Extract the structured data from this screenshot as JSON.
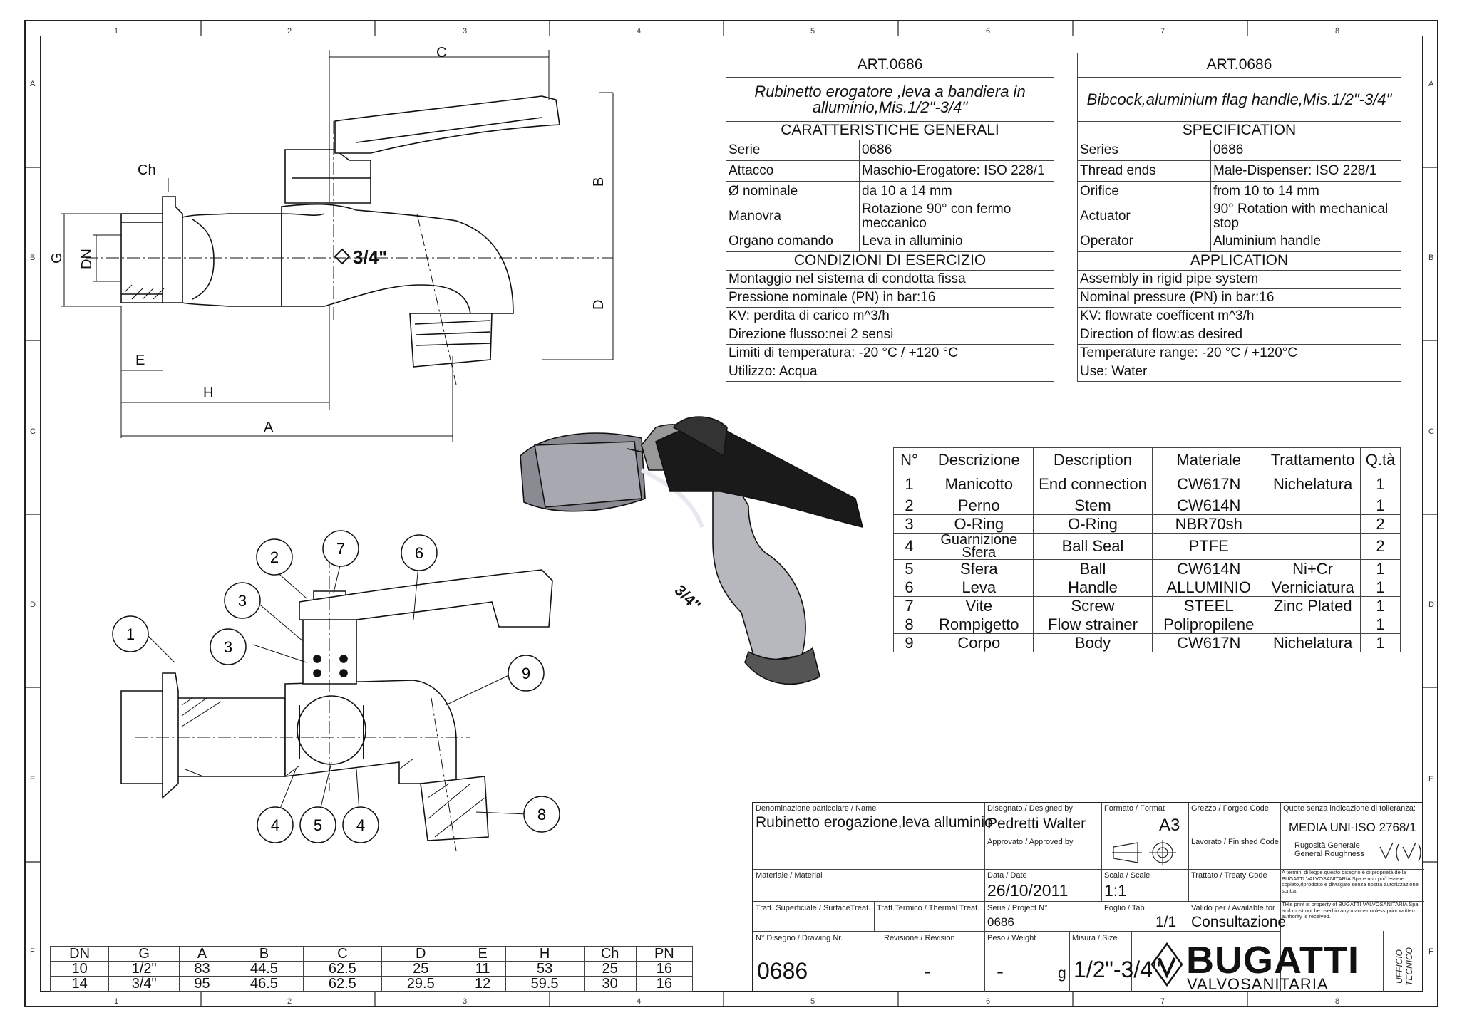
{
  "zones": {
    "columns": [
      "1",
      "2",
      "3",
      "4",
      "5",
      "6",
      "7",
      "8"
    ],
    "rows": [
      "A",
      "B",
      "C",
      "D",
      "E",
      "F"
    ]
  },
  "drawing_labels": {
    "dim_c": "C",
    "dim_b": "B",
    "dim_d": "D",
    "dim_ch": "Ch",
    "dim_g": "G",
    "dim_dn": "DN",
    "dim_e": "E",
    "dim_h": "H",
    "dim_a": "A",
    "size_mark": "3/4\"",
    "model_mark": "3/4\"",
    "callouts": [
      "1",
      "2",
      "3",
      "3",
      "4",
      "5",
      "4",
      "6",
      "7",
      "8",
      "9"
    ]
  },
  "spec_it": {
    "art": "ART.0686",
    "desc": "Rubinetto erogatore ,leva a bandiera in alluminio,Mis.1/2\"-3/4\"",
    "section1": "CARATTERISTICHE GENERALI",
    "rows1": [
      [
        "Serie",
        "0686"
      ],
      [
        "Attacco",
        "Maschio-Erogatore: ISO 228/1"
      ],
      [
        "Ø nominale",
        "da 10 a 14 mm"
      ],
      [
        "Manovra",
        "Rotazione 90° con fermo meccanico"
      ],
      [
        "Organo comando",
        "Leva in alluminio"
      ]
    ],
    "section2": "CONDIZIONI DI ESERCIZIO",
    "rows2": [
      "Montaggio nel sistema di condotta fissa",
      "Pressione nominale (PN) in bar:16",
      "KV: perdita di carico m^3/h",
      "Direzione flusso:nei 2 sensi",
      "Limiti di temperatura:  -20 °C / +120 °C",
      "Utilizzo: Acqua"
    ]
  },
  "spec_en": {
    "art": "ART.0686",
    "desc": "Bibcock,aluminium flag handle,Mis.1/2\"-3/4\"",
    "section1": "SPECIFICATION",
    "rows1": [
      [
        "Series",
        "0686"
      ],
      [
        "Thread ends",
        "Male-Dispenser: ISO 228/1"
      ],
      [
        "Orifice",
        "from 10 to 14 mm"
      ],
      [
        "Actuator",
        "90° Rotation with mechanical stop"
      ],
      [
        "Operator",
        "Aluminium handle"
      ]
    ],
    "section2": "APPLICATION",
    "rows2": [
      "Assembly in rigid pipe system",
      "Nominal pressure (PN) in bar:16",
      "KV: flowrate coefficent m^3/h",
      "Direction of flow:as desired",
      "Temperature range: -20 °C  /  +120°C",
      "Use: Water"
    ]
  },
  "bom": {
    "headers": [
      "N°",
      "Descrizione",
      "Description",
      "Materiale",
      "Trattamento",
      "Q.tà"
    ],
    "rows": [
      [
        "1",
        "Manicotto",
        "End connection",
        "CW617N",
        "Nichelatura",
        "1"
      ],
      [
        "2",
        "Perno",
        "Stem",
        "CW614N",
        "",
        "1"
      ],
      [
        "3",
        "O-Ring",
        "O-Ring",
        "NBR70sh",
        "",
        "2"
      ],
      [
        "4",
        "Guarnizione Sfera",
        "Ball Seal",
        "PTFE",
        "",
        "2"
      ],
      [
        "5",
        "Sfera",
        "Ball",
        "CW614N",
        "Ni+Cr",
        "1"
      ],
      [
        "6",
        "Leva",
        "Handle",
        "ALLUMINIO",
        "Verniciatura",
        "1"
      ],
      [
        "7",
        "Vite",
        "Screw",
        "STEEL",
        "Zinc Plated",
        "1"
      ],
      [
        "8",
        "Rompigetto",
        "Flow strainer",
        "Polipropilene",
        "",
        "1"
      ],
      [
        "9",
        "Corpo",
        "Body",
        "CW617N",
        "Nichelatura",
        "1"
      ]
    ]
  },
  "dims": {
    "headers": [
      "DN",
      "G",
      "A",
      "B",
      "C",
      "D",
      "E",
      "H",
      "Ch",
      "PN"
    ],
    "rows": [
      [
        "10",
        "1/2\"",
        "83",
        "44.5",
        "62.5",
        "25",
        "11",
        "53",
        "25",
        "16"
      ],
      [
        "14",
        "3/4\"",
        "95",
        "46.5",
        "62.5",
        "29.5",
        "12",
        "59.5",
        "30",
        "16"
      ]
    ]
  },
  "title_block": {
    "name_label": "Denominazione particolare / Name",
    "name": "Rubinetto erogazione,leva alluminio",
    "designed_label": "Disegnato / Designed by",
    "designed": "Pedretti Walter",
    "format_label": "Formato / Format",
    "format": "A3",
    "forged_label": "Grezzo / Forged Code",
    "tolerance_label": "Quote senza indicazione di tolleranza:",
    "tolerance": "MEDIA UNI-ISO 2768/1",
    "approved_label": "Approvato / Approved by",
    "finished_label": "Lavorato / Finished Code",
    "roughness_label": "Rugosità Generale General Roughness",
    "material_label": "Materiale / Material",
    "date_label": "Data / Date",
    "date": "26/10/2011",
    "scale_label": "Scala / Scale",
    "scale": "1:1",
    "treaty_label": "Trattato / Treaty Code",
    "legal_it": "A termini di legge questo disegno è di proprietà della BUGATTI VALVOSANITARIA Spa e non può essere copiato,riprodotto e divulgato senza nostra autorizzazione scritta.",
    "surface_label": "Tratt. Superficiale / SurfaceTreat.",
    "thermal_label": "Tratt.Termico / Thermal Treat.",
    "project_label": "Serie / Project N°",
    "project": "0686",
    "sheet_label": "Foglio / Tab.",
    "sheet": "1/1",
    "valid_label": "Valido per / Available for",
    "valid": "Consultazione",
    "legal_en": "THis print is property of BUGATTI VALVOSANITARIA Spa and must not be used in any manner unless prior written authority is received.",
    "drawing_label": "N° Disegno / Drawing Nr.",
    "drawing": "0686",
    "revision_label": "Revisione / Revision",
    "revision": "-",
    "weight_label": "Peso / Weight",
    "weight": "-",
    "weight_unit": "g",
    "size_label": "Misura / Size",
    "size": "1/2\"-3/4\"",
    "brand": "BUGATTI",
    "brand_sub": "VALVOSANITARIA",
    "office": "UFFICIO TECNICO"
  }
}
